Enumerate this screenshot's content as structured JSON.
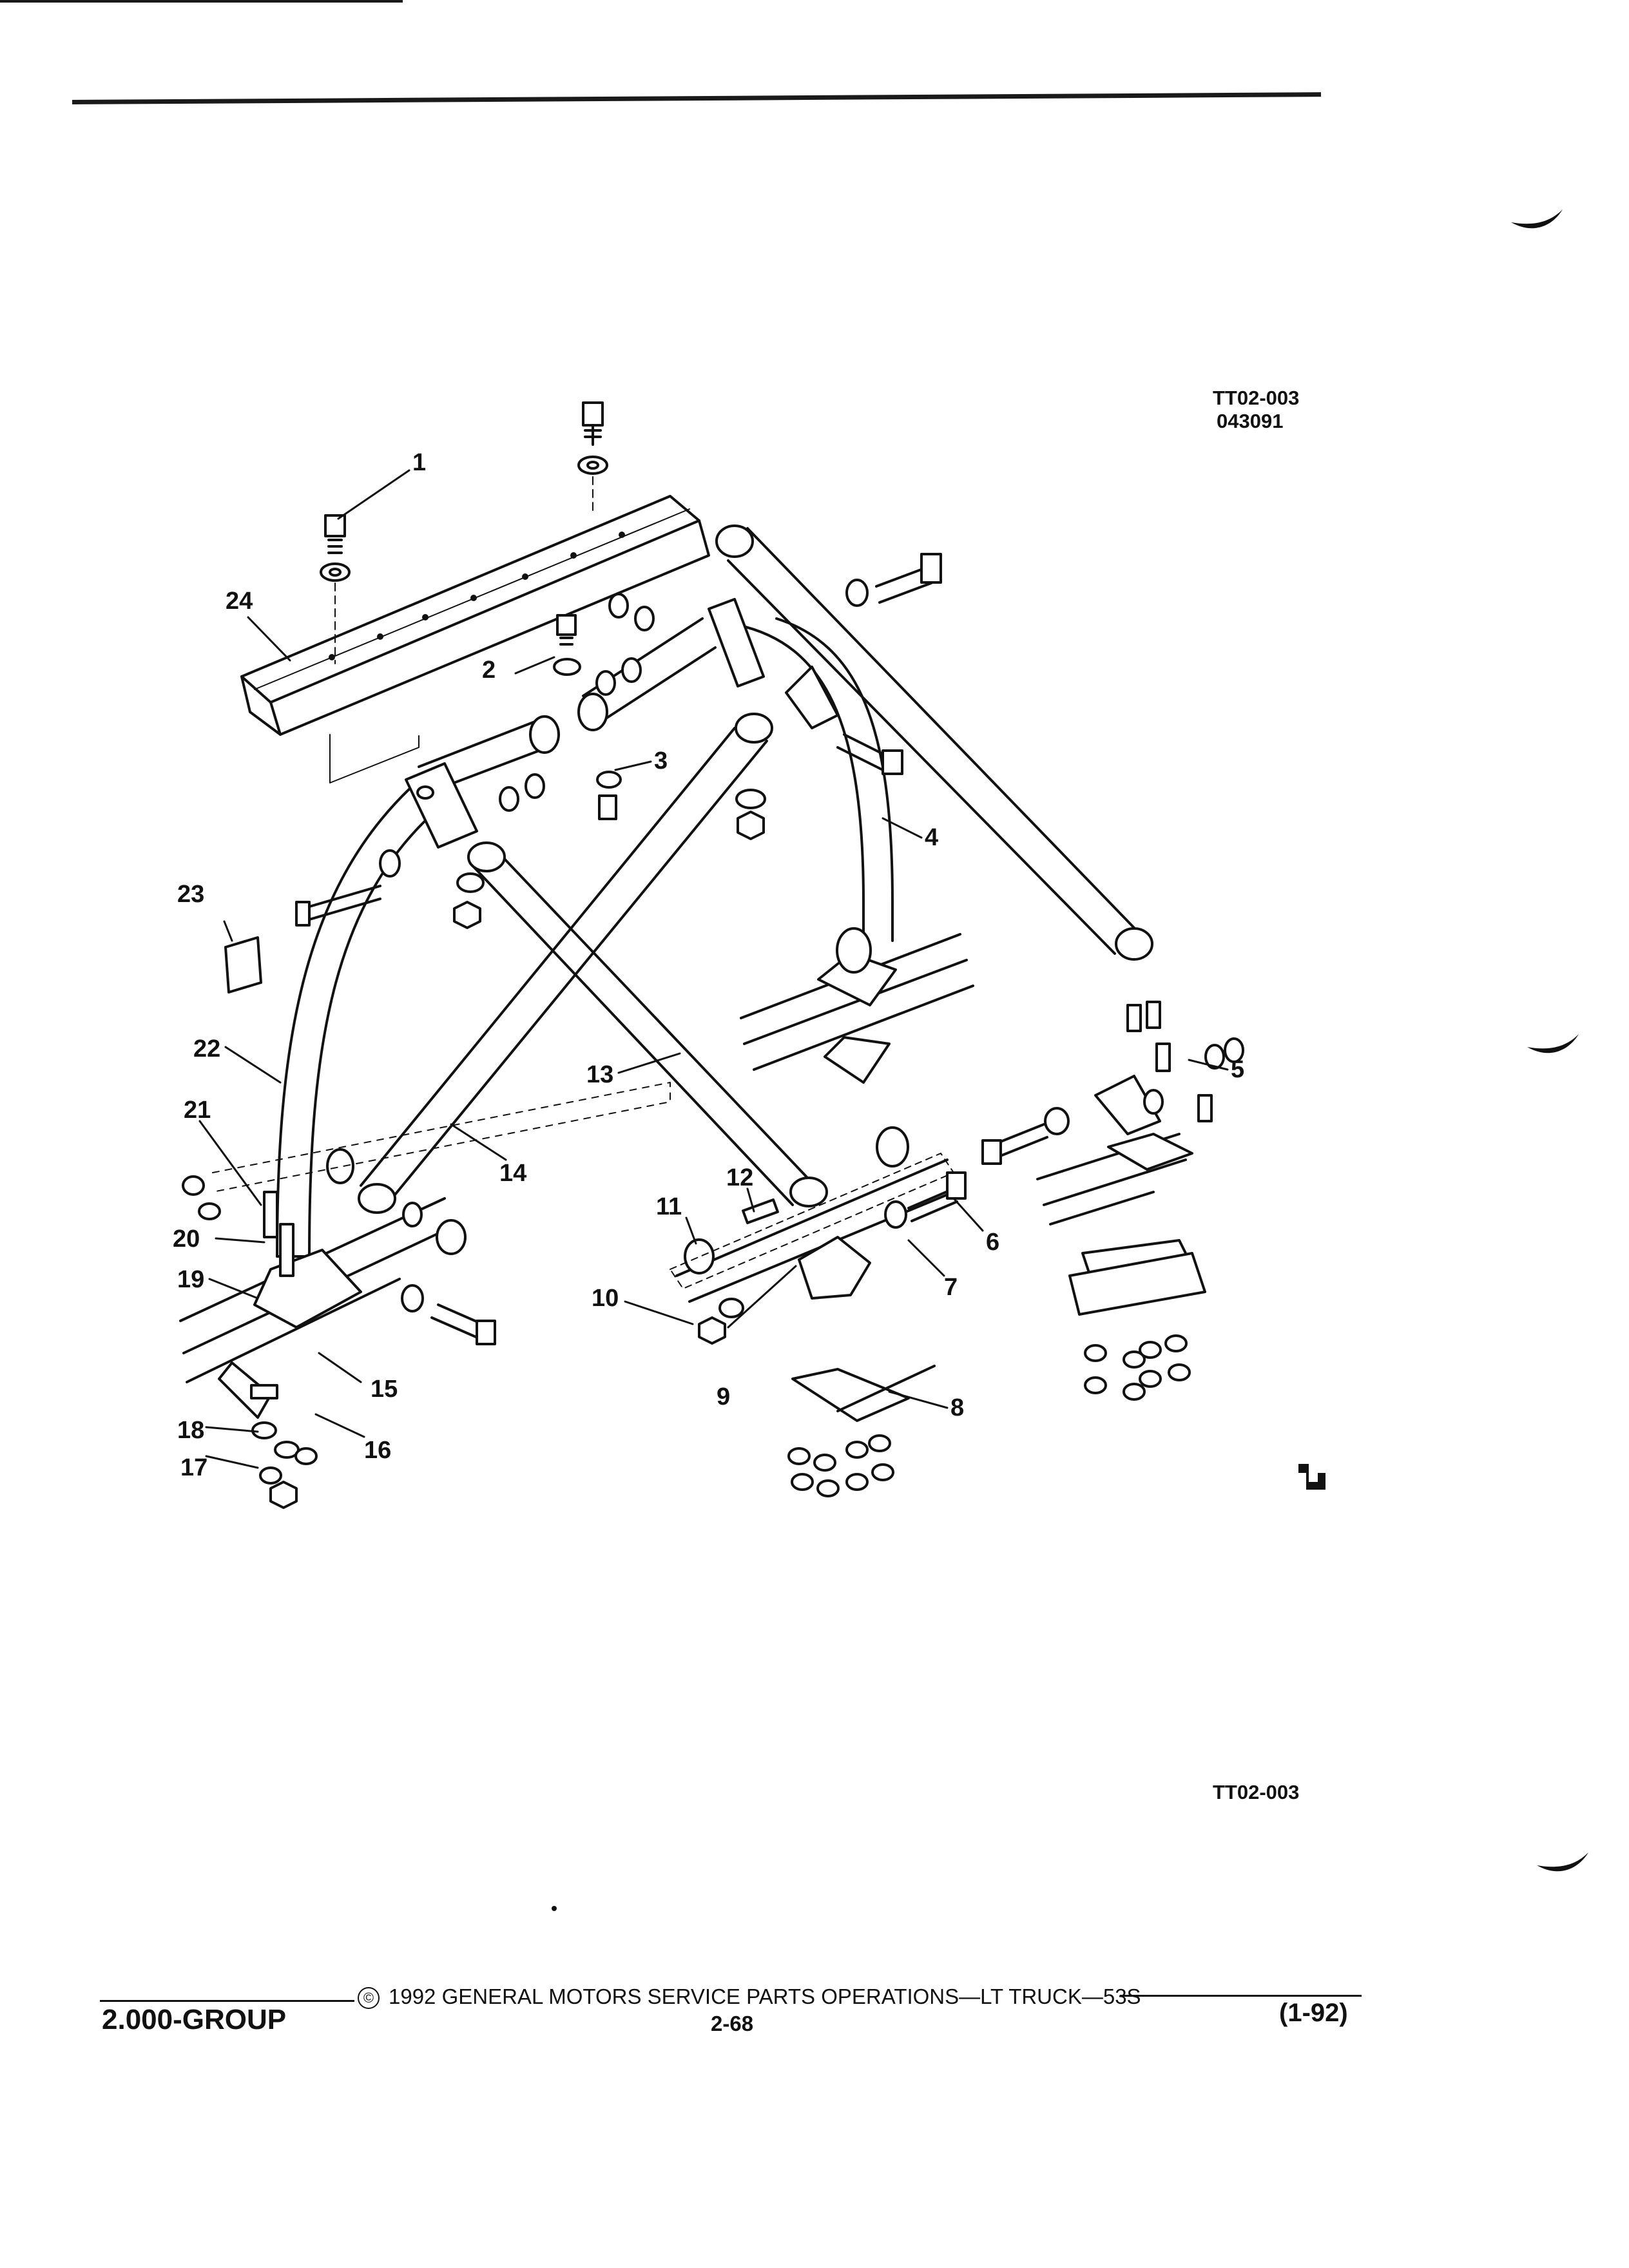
{
  "figure": {
    "illustration_code": "TT02-003",
    "illustration_number": "043091",
    "bottom_code": "TT02-003",
    "callouts": [
      "1",
      "2",
      "3",
      "4",
      "5",
      "6",
      "7",
      "8",
      "9",
      "10",
      "11",
      "12",
      "13",
      "14",
      "15",
      "16",
      "17",
      "18",
      "19",
      "20",
      "21",
      "22",
      "23",
      "24"
    ]
  },
  "footer": {
    "copyright_symbol": "©",
    "copyright_text": "1992  GENERAL MOTORS SERVICE PARTS OPERATIONS—LT TRUCK—53S",
    "group": "2.000-GROUP",
    "page_number": "2-68",
    "revision": "(1-92)"
  }
}
